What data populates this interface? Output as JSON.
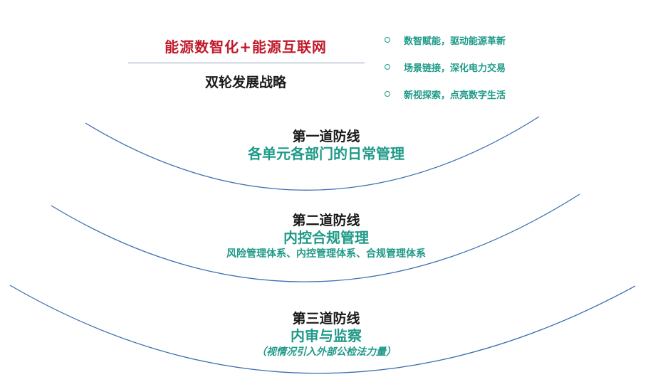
{
  "strategy": {
    "title": "能源数智化+能源互联网",
    "subtitle": "双轮发展战略",
    "bullets": [
      "数智赋能，驱动能源革新",
      "场景链接，深化电力交易",
      "新视探索，点亮数字生活"
    ]
  },
  "defense_lines": [
    {
      "title": "第一道防线",
      "main": "各单元各部门的日常管理",
      "detail": ""
    },
    {
      "title": "第二道防线",
      "main": "内控合规管理",
      "detail": "风险管理体系、内控管理体系、合规管理体系"
    },
    {
      "title": "第三道防线",
      "main": "内审与监察",
      "detail": "（视情况引入外部公检法力量）"
    }
  ],
  "colors": {
    "title_red": "#c0192a",
    "accent_teal": "#1f9a88",
    "arc_blue": "#3d6fb0",
    "rule_gray": "#8ea3bb"
  }
}
